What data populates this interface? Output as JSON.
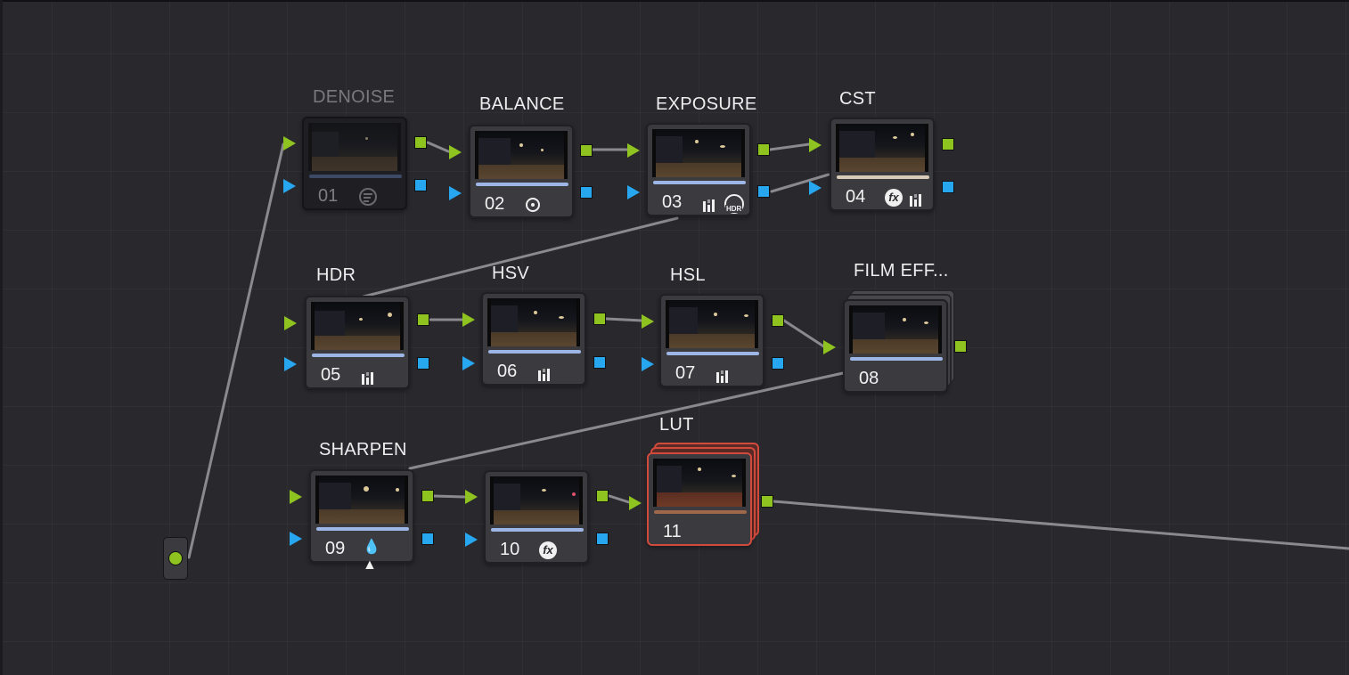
{
  "colors": {
    "background": "#28282d",
    "node_body": "#3a3a3f",
    "rgb_port": "#8fc31f",
    "alpha_port": "#27a7f0",
    "connection": "#8a8a8e",
    "lut_outline": "#d24a3c"
  },
  "nodes": [
    {
      "label": "DENOISE",
      "number": "01",
      "state": "disabled",
      "tools": [
        "denoise-icon"
      ]
    },
    {
      "label": "BALANCE",
      "number": "02",
      "state": "normal",
      "tools": [
        "circle-icon"
      ]
    },
    {
      "label": "EXPOSURE",
      "number": "03",
      "state": "normal",
      "tools": [
        "bars-icon",
        "hdr-icon"
      ],
      "hdr_badge": "HDR"
    },
    {
      "label": "CST",
      "number": "04",
      "state": "normal",
      "tools": [
        "fx-icon",
        "bars-icon"
      ],
      "fx_glyph": "fx"
    },
    {
      "label": "HDR",
      "number": "05",
      "state": "normal",
      "tools": [
        "bars-icon"
      ]
    },
    {
      "label": "HSV",
      "number": "06",
      "state": "normal",
      "tools": [
        "bars-icon"
      ]
    },
    {
      "label": "HSL",
      "number": "07",
      "state": "normal",
      "tools": [
        "bars-icon"
      ]
    },
    {
      "label": "FILM EFF...",
      "number": "08",
      "state": "compound",
      "tools": []
    },
    {
      "label": "SHARPEN",
      "number": "09",
      "state": "normal",
      "tools": [
        "drop-icon"
      ],
      "drop_glyph": "💧▲"
    },
    {
      "label": "",
      "number": "10",
      "state": "normal",
      "tools": [
        "fx-icon"
      ],
      "fx_glyph": "fx"
    },
    {
      "label": "LUT",
      "number": "11",
      "state": "compound-lut",
      "tools": []
    }
  ],
  "source": {
    "icon": "source-input-icon"
  }
}
